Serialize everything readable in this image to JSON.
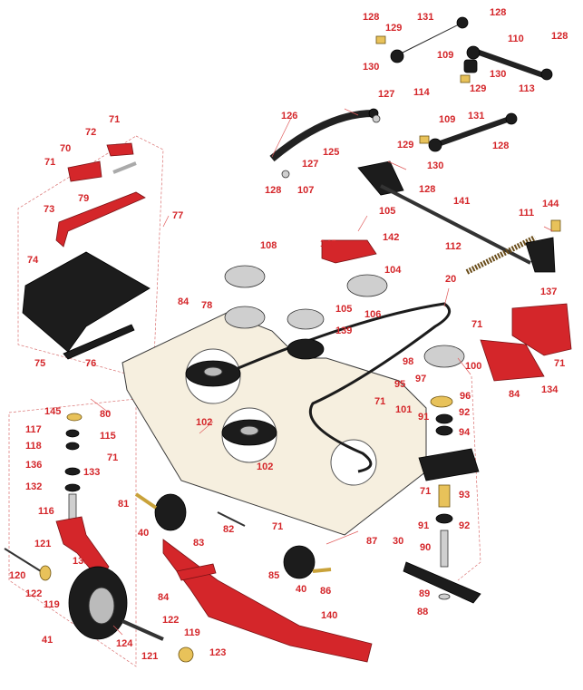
{
  "callouts": [
    {
      "id": "c128a",
      "label": "128"
    },
    {
      "id": "c131a",
      "label": "131"
    },
    {
      "id": "c128b",
      "label": "128"
    },
    {
      "id": "c129a",
      "label": "129"
    },
    {
      "id": "c110",
      "label": "110"
    },
    {
      "id": "c128c",
      "label": "128"
    },
    {
      "id": "c109a",
      "label": "109"
    },
    {
      "id": "c130a",
      "label": "130"
    },
    {
      "id": "c130b",
      "label": "130"
    },
    {
      "id": "c114",
      "label": "114"
    },
    {
      "id": "c129b",
      "label": "129"
    },
    {
      "id": "c113",
      "label": "113"
    },
    {
      "id": "c127a",
      "label": "127"
    },
    {
      "id": "c126",
      "label": "126"
    },
    {
      "id": "c131b",
      "label": "131"
    },
    {
      "id": "c109b",
      "label": "109"
    },
    {
      "id": "c71a",
      "label": "71"
    },
    {
      "id": "c72",
      "label": "72"
    },
    {
      "id": "c125",
      "label": "125"
    },
    {
      "id": "c129c",
      "label": "129"
    },
    {
      "id": "c128d",
      "label": "128"
    },
    {
      "id": "c70",
      "label": "70"
    },
    {
      "id": "c127b",
      "label": "127"
    },
    {
      "id": "c130c",
      "label": "130"
    },
    {
      "id": "c71b",
      "label": "71"
    },
    {
      "id": "c128e",
      "label": "128"
    },
    {
      "id": "c107",
      "label": "107"
    },
    {
      "id": "c128f",
      "label": "128"
    },
    {
      "id": "c79",
      "label": "79"
    },
    {
      "id": "c141",
      "label": "141"
    },
    {
      "id": "c144",
      "label": "144"
    },
    {
      "id": "c73",
      "label": "73"
    },
    {
      "id": "c105a",
      "label": "105"
    },
    {
      "id": "c111",
      "label": "111"
    },
    {
      "id": "c77",
      "label": "77"
    },
    {
      "id": "c143",
      "label": "143"
    },
    {
      "id": "c142",
      "label": "142"
    },
    {
      "id": "c108",
      "label": "108"
    },
    {
      "id": "c112",
      "label": "112"
    },
    {
      "id": "c74",
      "label": "74"
    },
    {
      "id": "c104",
      "label": "104"
    },
    {
      "id": "c20",
      "label": "20"
    },
    {
      "id": "c137",
      "label": "137"
    },
    {
      "id": "c105b",
      "label": "105"
    },
    {
      "id": "c106",
      "label": "106"
    },
    {
      "id": "c84a",
      "label": "84"
    },
    {
      "id": "c78",
      "label": "78"
    },
    {
      "id": "c71c",
      "label": "71"
    },
    {
      "id": "c139",
      "label": "139"
    },
    {
      "id": "c75",
      "label": "75"
    },
    {
      "id": "c76",
      "label": "76"
    },
    {
      "id": "c98",
      "label": "98"
    },
    {
      "id": "c100",
      "label": "100"
    },
    {
      "id": "c71d",
      "label": "71"
    },
    {
      "id": "c95",
      "label": "95"
    },
    {
      "id": "c97",
      "label": "97"
    },
    {
      "id": "c84b",
      "label": "84"
    },
    {
      "id": "c134",
      "label": "134"
    },
    {
      "id": "c96",
      "label": "96"
    },
    {
      "id": "c145",
      "label": "145"
    },
    {
      "id": "c80",
      "label": "80"
    },
    {
      "id": "c71e",
      "label": "71"
    },
    {
      "id": "c101",
      "label": "101"
    },
    {
      "id": "c92a",
      "label": "92"
    },
    {
      "id": "c117",
      "label": "117"
    },
    {
      "id": "c102a",
      "label": "102"
    },
    {
      "id": "c91a",
      "label": "91"
    },
    {
      "id": "c115",
      "label": "115"
    },
    {
      "id": "c94",
      "label": "94"
    },
    {
      "id": "c118",
      "label": "118"
    },
    {
      "id": "c71f",
      "label": "71"
    },
    {
      "id": "c136",
      "label": "136"
    },
    {
      "id": "c133",
      "label": "133"
    },
    {
      "id": "c102b",
      "label": "102"
    },
    {
      "id": "c132",
      "label": "132"
    },
    {
      "id": "c71g",
      "label": "71"
    },
    {
      "id": "c93",
      "label": "93"
    },
    {
      "id": "c81",
      "label": "81"
    },
    {
      "id": "c116",
      "label": "116"
    },
    {
      "id": "c40a",
      "label": "40"
    },
    {
      "id": "c82",
      "label": "82"
    },
    {
      "id": "c91b",
      "label": "91"
    },
    {
      "id": "c92b",
      "label": "92"
    },
    {
      "id": "c71h",
      "label": "71"
    },
    {
      "id": "c83",
      "label": "83"
    },
    {
      "id": "c30",
      "label": "30"
    },
    {
      "id": "c87",
      "label": "87"
    },
    {
      "id": "c121a",
      "label": "121"
    },
    {
      "id": "c90",
      "label": "90"
    },
    {
      "id": "c135",
      "label": "135"
    },
    {
      "id": "c120",
      "label": "120"
    },
    {
      "id": "c85",
      "label": "85"
    },
    {
      "id": "c40b",
      "label": "40"
    },
    {
      "id": "c86",
      "label": "86"
    },
    {
      "id": "c122a",
      "label": "122"
    },
    {
      "id": "c119a",
      "label": "119"
    },
    {
      "id": "c84c",
      "label": "84"
    },
    {
      "id": "c89",
      "label": "89"
    },
    {
      "id": "c88",
      "label": "88"
    },
    {
      "id": "c140",
      "label": "140"
    },
    {
      "id": "c122b",
      "label": "122"
    },
    {
      "id": "c119b",
      "label": "119"
    },
    {
      "id": "c41",
      "label": "41"
    },
    {
      "id": "c124",
      "label": "124"
    },
    {
      "id": "c121b",
      "label": "121"
    },
    {
      "id": "c123",
      "label": "123"
    }
  ],
  "colors": {
    "callout": "#d4262a",
    "part_red": "#d4262a",
    "part_black": "#1c1c1c",
    "deck": "#f6efdf"
  }
}
